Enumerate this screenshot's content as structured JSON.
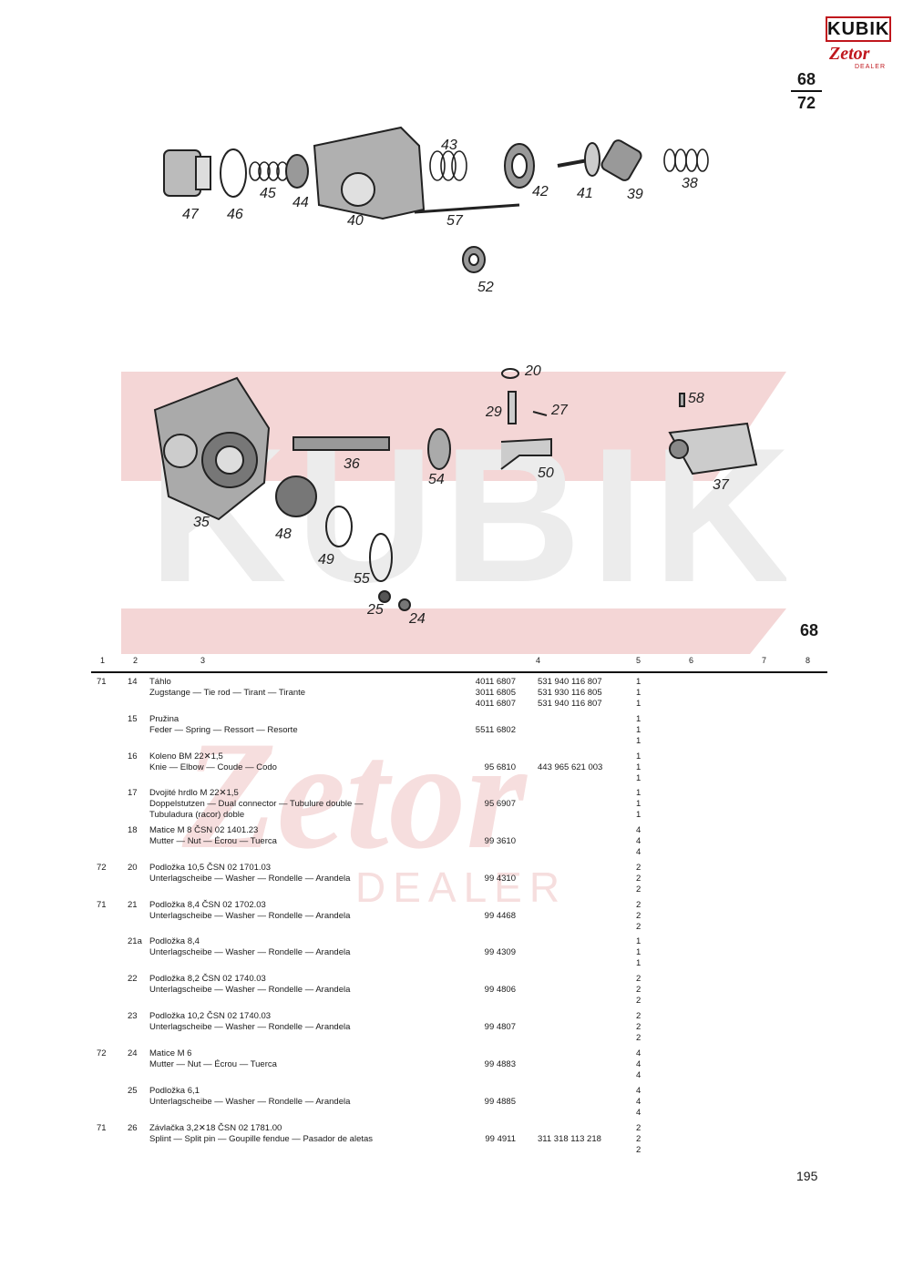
{
  "header": {
    "logo_text": "KUBIK",
    "logo_sub": "Zetor",
    "logo_dealer": "DEALER",
    "page_ref_top": "68",
    "page_ref_bottom": "72",
    "figure_label": "68"
  },
  "diagram": {
    "top_labels": [
      "47",
      "46",
      "45",
      "44",
      "40",
      "43",
      "57",
      "42",
      "41",
      "39",
      "38",
      "52"
    ],
    "bottom_labels": [
      "20",
      "29",
      "27",
      "58",
      "36",
      "54",
      "50",
      "37",
      "35",
      "48",
      "49",
      "55",
      "25",
      "24"
    ]
  },
  "table": {
    "columns": [
      "1",
      "2",
      "3",
      "4",
      "5",
      "6",
      "7",
      "8"
    ],
    "rows": [
      {
        "group": "71",
        "pos": "14",
        "lines": [
          "Táhlo",
          "Zugstange — Tie rod — Tirant — Tirante"
        ],
        "codes": [
          "4011 6807",
          "3011 6805",
          "4011 6807"
        ],
        "refs": [
          "531 940 116 807",
          "531 930 116 805",
          "531 940 116 807"
        ],
        "qty": [
          "1",
          "1",
          "1"
        ]
      },
      {
        "group": "",
        "pos": "15",
        "lines": [
          "Pružina",
          "Feder — Spring — Ressort — Resorte"
        ],
        "codes": [
          "",
          "5511 6802",
          ""
        ],
        "refs": [
          "",
          "",
          ""
        ],
        "qty": [
          "1",
          "1",
          "1"
        ]
      },
      {
        "group": "",
        "pos": "16",
        "lines": [
          "Koleno BM 22✕1,5",
          "Knie — Elbow — Coude — Codo"
        ],
        "codes": [
          "",
          "95 6810",
          ""
        ],
        "refs": [
          "",
          "443 965 621 003",
          ""
        ],
        "qty": [
          "1",
          "1",
          "1"
        ]
      },
      {
        "group": "",
        "pos": "17",
        "lines": [
          "Dvojité hrdlo M 22✕1,5",
          "Doppelstutzen — Dual connector — Tubulure double —",
          "Tubuladura (racor) doble"
        ],
        "codes": [
          "",
          "95 6907",
          ""
        ],
        "refs": [
          "",
          "",
          ""
        ],
        "qty": [
          "1",
          "1",
          "1"
        ]
      },
      {
        "group": "",
        "pos": "18",
        "lines": [
          "Matice M 8   ČSN 02 1401.23",
          "Mutter — Nut — Écrou — Tuerca"
        ],
        "codes": [
          "",
          "99 3610",
          ""
        ],
        "refs": [
          "",
          "",
          ""
        ],
        "qty": [
          "4",
          "4",
          "4"
        ]
      },
      {
        "group": "72",
        "pos": "20",
        "lines": [
          "Podložka 10,5   ČSN 02 1701.03",
          "Unterlagscheibe — Washer — Rondelle — Arandela"
        ],
        "codes": [
          "",
          "99 4310",
          ""
        ],
        "refs": [
          "",
          "",
          ""
        ],
        "qty": [
          "2",
          "2",
          "2"
        ]
      },
      {
        "group": "71",
        "pos": "21",
        "lines": [
          "Podložka 8,4 ČSN 02 1702.03",
          "Unterlagscheibe — Washer — Rondelle — Arandela"
        ],
        "codes": [
          "",
          "99 4468",
          ""
        ],
        "refs": [
          "",
          "",
          ""
        ],
        "qty": [
          "2",
          "2",
          "2"
        ]
      },
      {
        "group": "",
        "pos": "21a",
        "lines": [
          "Podložka 8,4",
          "Unterlagscheibe — Washer — Rondelle — Arandela"
        ],
        "codes": [
          "",
          "99 4309",
          ""
        ],
        "refs": [
          "",
          "",
          ""
        ],
        "qty": [
          "1",
          "1",
          "1"
        ]
      },
      {
        "group": "",
        "pos": "22",
        "lines": [
          "Podložka 8,2   ČSN 02 1740.03",
          "Unterlagscheibe — Washer — Rondelle — Arandela"
        ],
        "codes": [
          "",
          "99 4806",
          ""
        ],
        "refs": [
          "",
          "",
          ""
        ],
        "qty": [
          "2",
          "2",
          "2"
        ]
      },
      {
        "group": "",
        "pos": "23",
        "lines": [
          "Podložka 10,2   ČSN 02 1740.03",
          "Unterlagscheibe — Washer — Rondelle — Arandela"
        ],
        "codes": [
          "",
          "99 4807",
          ""
        ],
        "refs": [
          "",
          "",
          ""
        ],
        "qty": [
          "2",
          "2",
          "2"
        ]
      },
      {
        "group": "72",
        "pos": "24",
        "lines": [
          "Matice M 6",
          "Mutter — Nut — Écrou — Tuerca"
        ],
        "codes": [
          "",
          "99 4883",
          ""
        ],
        "refs": [
          "",
          "",
          ""
        ],
        "qty": [
          "4",
          "4",
          "4"
        ]
      },
      {
        "group": "",
        "pos": "25",
        "lines": [
          "Podložka 6,1",
          "Unterlagscheibe — Washer — Rondelle — Arandela"
        ],
        "codes": [
          "",
          "99 4885",
          ""
        ],
        "refs": [
          "",
          "",
          ""
        ],
        "qty": [
          "4",
          "4",
          "4"
        ]
      },
      {
        "group": "71",
        "pos": "26",
        "lines": [
          "Závlačka 3,2✕18   ČSN 02 1781.00",
          "Splint — Split pin — Goupille fendue — Pasador de aletas"
        ],
        "codes": [
          "",
          "99 4911",
          ""
        ],
        "refs": [
          "",
          "311 318 113 218",
          ""
        ],
        "qty": [
          "2",
          "2",
          "2"
        ]
      }
    ]
  },
  "footer": {
    "page_number": "195"
  }
}
